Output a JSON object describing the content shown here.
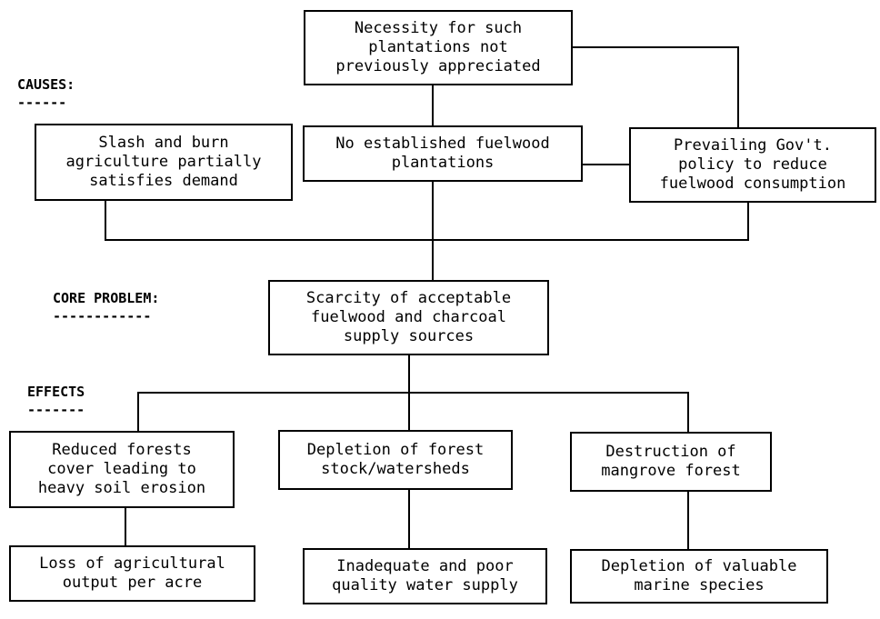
{
  "labels": {
    "causes": "CAUSES:",
    "causes_underline": "------",
    "core_problem": "CORE PROBLEM:",
    "core_problem_underline": "------------",
    "effects": "EFFECTS",
    "effects_underline": "-------"
  },
  "boxes": {
    "necessity": "Necessity for such\nplantations not\npreviously appreciated",
    "slash_burn": "Slash and burn\nagriculture partially\nsatisfies demand",
    "no_plantations": "No established fuelwood\nplantations",
    "gov_policy": "Prevailing Gov't.\npolicy to reduce\nfuelwood consumption",
    "core": "Scarcity of acceptable\nfuelwood and charcoal\nsupply sources",
    "reduced_forests": "Reduced forests\ncover leading to\nheavy soil erosion",
    "depletion_forest": "Depletion of forest\nstock/watersheds",
    "destruction_mangrove": "Destruction of\nmangrove forest",
    "loss_agri": "Loss of agricultural\noutput per acre",
    "inadequate_water": "Inadequate and poor\nquality water supply",
    "depletion_marine": "Depletion of valuable\nmarine species"
  }
}
